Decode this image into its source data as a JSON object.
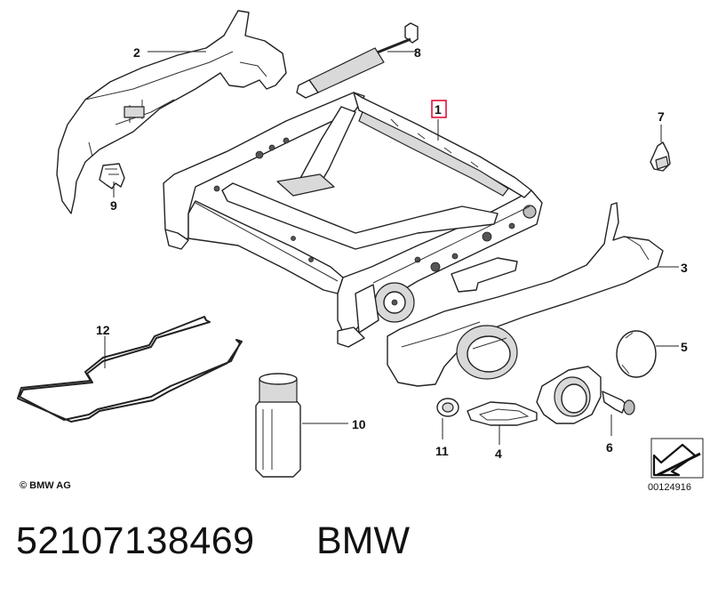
{
  "callouts": {
    "c1": "1",
    "c2": "2",
    "c3": "3",
    "c4": "4",
    "c5": "5",
    "c6": "6",
    "c7": "7",
    "c8": "8",
    "c9": "9",
    "c10": "10",
    "c11": "11",
    "c12": "12"
  },
  "copyright": "© BMW AG",
  "drawing_number": "00124916",
  "part_number": "52107138469",
  "brand": "BMW",
  "colors": {
    "highlight": "#e0002a",
    "ink": "#222222",
    "shade": "#d9d9d9"
  },
  "icons": [
    "arrow-corner-icon"
  ]
}
